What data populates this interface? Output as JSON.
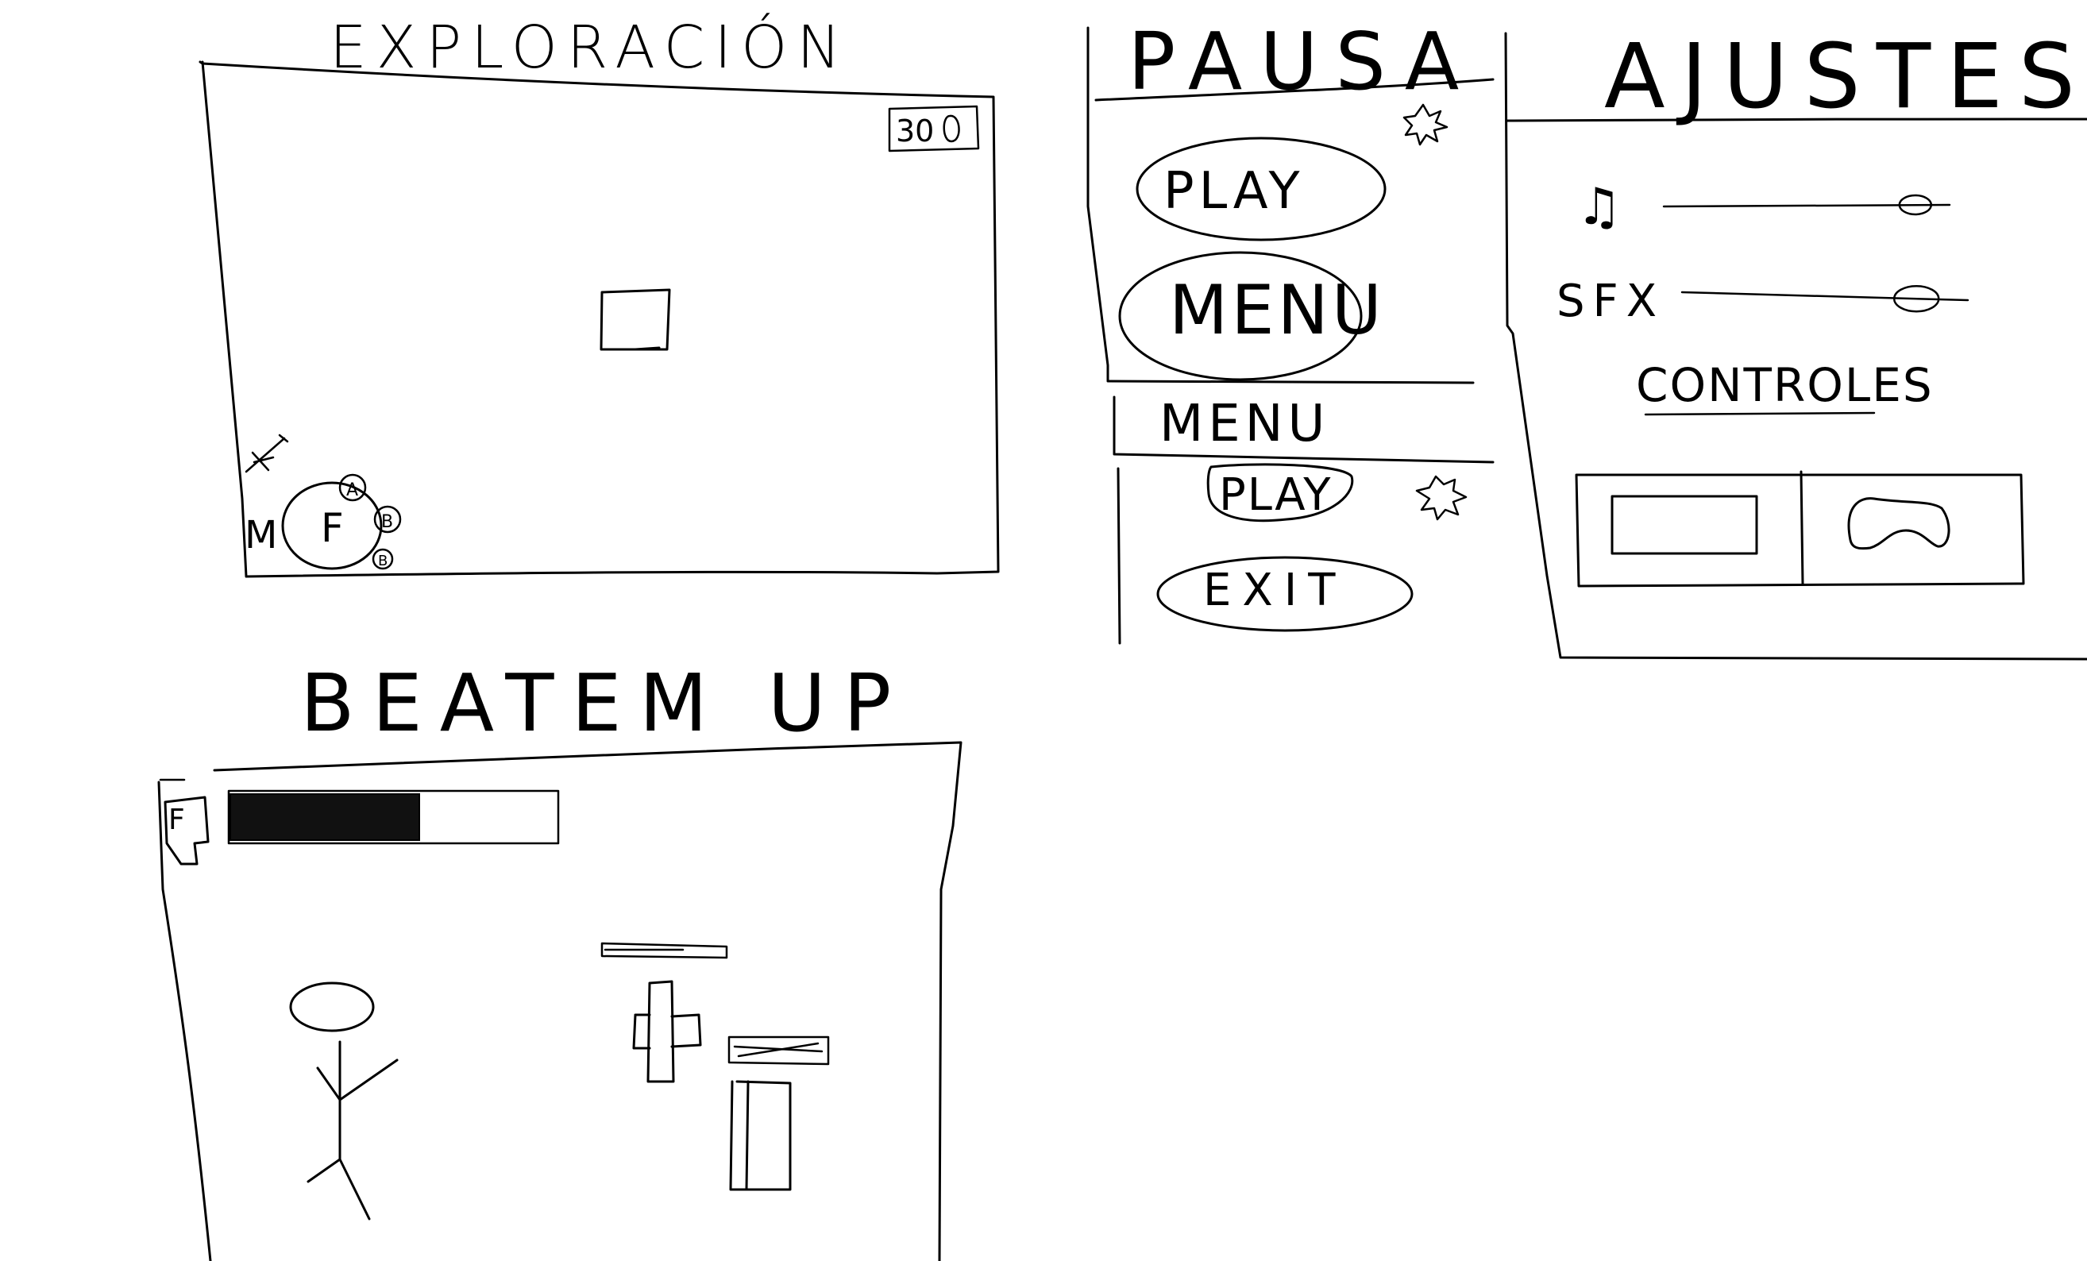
{
  "exploracion": {
    "title": "EXPLORACIÓN",
    "timer": "30",
    "hud_letters": [
      "M",
      "F",
      "A",
      "B",
      "B"
    ]
  },
  "beat_em_up": {
    "title": "BEATEM UP",
    "portrait_letter": "F",
    "health_fraction": 0.58
  },
  "pausa": {
    "title": "PAUSA",
    "play_label": "PLAY",
    "menu_label": "MENU"
  },
  "menu": {
    "title": "MENU",
    "play_label": "PLAY",
    "exit_label": "EXIT"
  },
  "ajustes": {
    "title": "AJUSTES",
    "music_label": "♫",
    "sfx_label": "SFX",
    "controls_label": "CONTROLES",
    "music_level": 0.88,
    "sfx_level": 0.82
  },
  "icons": [
    "gear-icon",
    "gear-icon",
    "sword-icon",
    "keyboard-icon",
    "gamepad-icon"
  ]
}
